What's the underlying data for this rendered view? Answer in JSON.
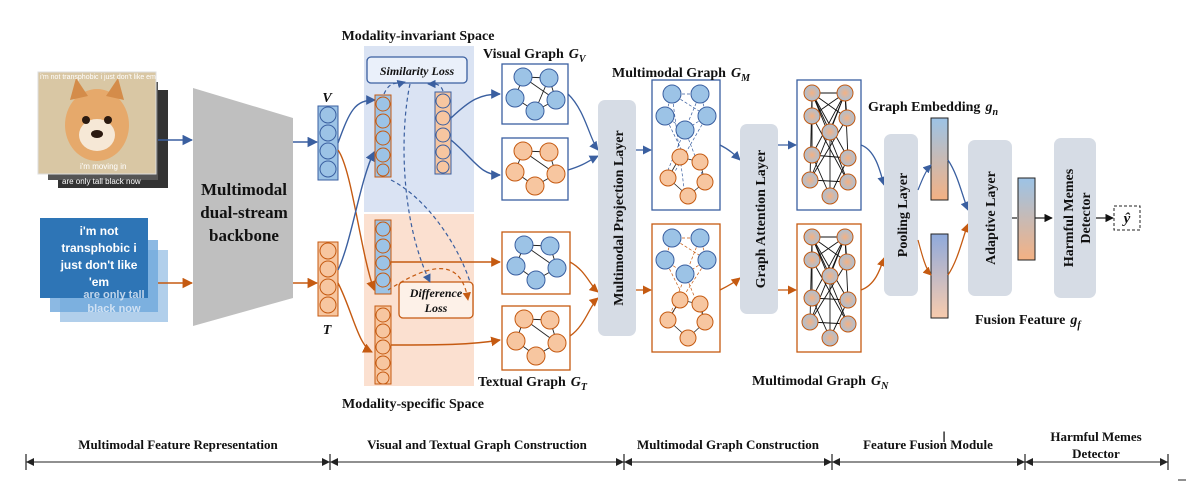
{
  "titles": {
    "invariant_space": "Modality-invariant Space",
    "specific_space": "Modality-specific Space",
    "visual_graph": "Visual Graph",
    "visual_graph_sym": "G",
    "visual_graph_sub": "V",
    "textual_graph": "Textual Graph",
    "textual_graph_sym": "G",
    "textual_graph_sub": "T",
    "multimodal_graph_m": "Multimodal Graph",
    "multimodal_graph_m_sym": "G",
    "multimodal_graph_m_sub": "M",
    "multimodal_graph_n": "Multimodal Graph",
    "multimodal_graph_n_sym": "G",
    "multimodal_graph_n_sub": "N",
    "graph_embedding": "Graph Embedding",
    "graph_embedding_sym": "g",
    "graph_embedding_sub": "n",
    "fusion_feature": "Fusion Feature",
    "fusion_feature_sym": "g",
    "fusion_feature_sub": "f"
  },
  "backbone": {
    "line1": "Multimodal",
    "line2": "dual-stream",
    "line3": "backbone"
  },
  "vectors": {
    "v": "V",
    "t": "T"
  },
  "losses": {
    "similarity": "Similarity Loss",
    "difference_l1": "Difference",
    "difference_l2": "Loss"
  },
  "meme_image": {
    "top_text": "i'm not transphobic i just don't like em",
    "bottom_l1": "i'm moving in",
    "bottom_l2": "are only tall black now"
  },
  "meme_text": {
    "line1": "i'm not",
    "line2": "transphobic i",
    "line3": "just don't like",
    "line4": "'em",
    "ghost_l1": "are only tall",
    "ghost_l2": "black now"
  },
  "layers": {
    "projection": "Multimodal Projection Layer",
    "attention": "Graph Attention Layer",
    "pooling": "Pooling Layer",
    "adaptive": "Adaptive Layer",
    "detector_l1": "Harmful Memes",
    "detector_l2": "Detector"
  },
  "output": {
    "symbol": "ŷ"
  },
  "stages": [
    {
      "label": "Multimodal Feature Representation",
      "line2": ""
    },
    {
      "label": "Visual and Textual Graph Construction",
      "line2": ""
    },
    {
      "label": "Multimodal Graph Construction",
      "line2": ""
    },
    {
      "label": "Feature Fusion Module",
      "line2": ""
    },
    {
      "label": "Harmful Memes",
      "line2": "Detector"
    }
  ],
  "colors": {
    "blue": "#3a5fa0",
    "blue_fill": "#9cc3e6",
    "orange": "#c55a11",
    "orange_fill": "#f7c6a0",
    "space_blue": "#dae3f3",
    "space_orange": "#fbe0d0",
    "layer_gray": "#d6dce5",
    "backbone_gray": "#bfbfbf"
  }
}
